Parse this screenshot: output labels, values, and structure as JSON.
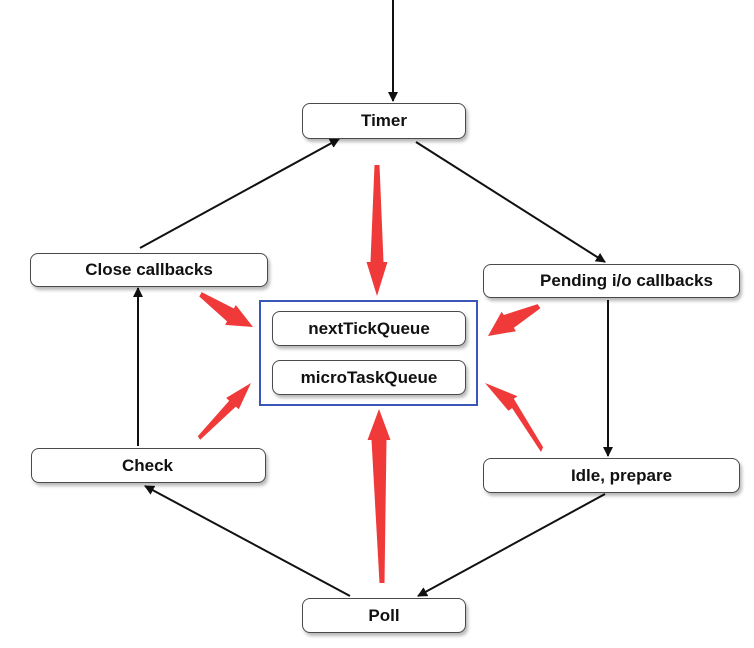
{
  "nodes": {
    "timer": "Timer",
    "pending": "Pending i/o callbacks",
    "idle": "Idle, prepare",
    "poll": "Poll",
    "check": "Check",
    "close": "Close callbacks"
  },
  "queues": {
    "next_tick": "nextTickQueue",
    "micro_task": "microTaskQueue"
  },
  "colors": {
    "flow_arrow": "#111111",
    "queue_arrow": "#f03a3a",
    "queue_border": "#3a57b8"
  }
}
